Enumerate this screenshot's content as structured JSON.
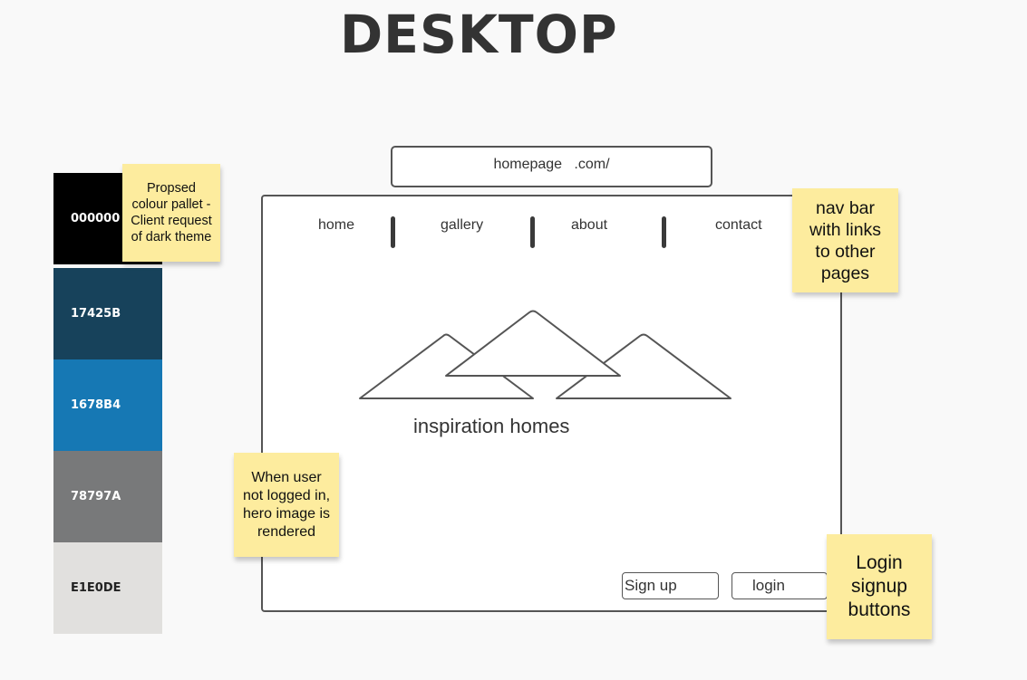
{
  "title": "DESKTOP",
  "palette": [
    {
      "label": "000000",
      "color": "#000000",
      "text_color": "#ffffff"
    },
    {
      "label": "17425B",
      "color": "#17425B",
      "text_color": "#ffffff"
    },
    {
      "label": "1678B4",
      "color": "#1678B4",
      "text_color": "#ffffff"
    },
    {
      "label": "78797A",
      "color": "#78797A",
      "text_color": "#ffffff"
    },
    {
      "label": "E1E0DE",
      "color": "#E1E0DE",
      "text_color": "#222222"
    }
  ],
  "notes": {
    "palette": "Propsed colour pallet - Client request of dark theme",
    "nav": "nav bar with links to other pages",
    "hero": "When user not logged in, hero image is rendered",
    "buttons": "Login signup buttons"
  },
  "wireframe": {
    "url": "homepage   .com/",
    "nav": [
      "home",
      "gallery",
      "about",
      "contact"
    ],
    "brand": "inspiration homes",
    "signup_label": "Sign up",
    "login_label": "login"
  },
  "colors": {
    "sticky": "#fdec9e",
    "outline": "#555555",
    "background": "#f9f9f9"
  }
}
